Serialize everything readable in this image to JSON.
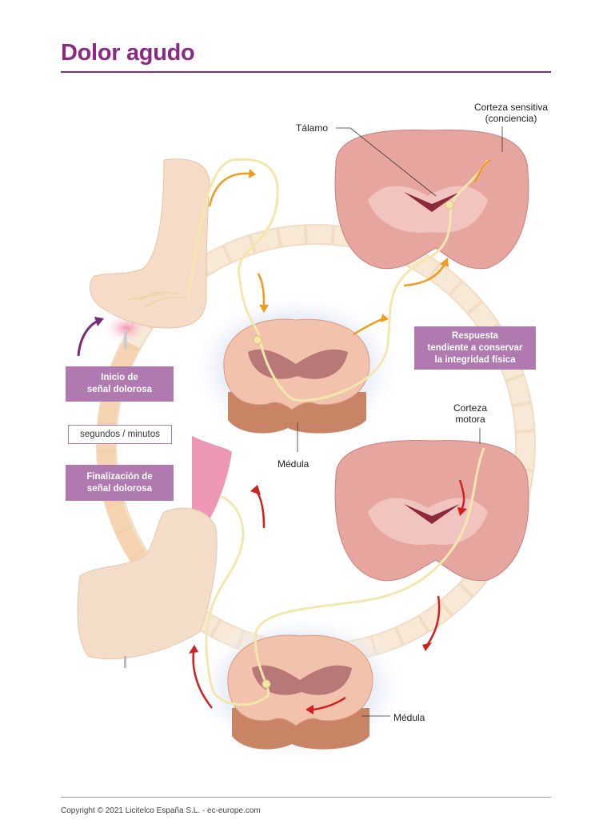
{
  "title": "Dolor agudo",
  "labels": {
    "corteza_sensitiva_1": "Corteza sensitiva",
    "corteza_sensitiva_2": "(conciencia)",
    "talamo": "Tálamo",
    "medula_top": "Médula",
    "corteza_motora_1": "Corteza",
    "corteza_motora_2": "motora",
    "medula_bottom": "Médula"
  },
  "boxes": {
    "inicio_1": "Inicio de",
    "inicio_2": "señal dolorosa",
    "tiempo": "segundos / minutos",
    "fin_1": "Finalización de",
    "fin_2": "señal dolorosa",
    "respuesta_1": "Respuesta",
    "respuesta_2": "tendiente a conservar",
    "respuesta_3": "la integridad física"
  },
  "footer": "Copyright © 2021 Licitelco España S.L. - ec-europe.com",
  "colors": {
    "title": "#8b2a82",
    "box": "#b07ab0",
    "arrow_orange": "#f39a1e",
    "arrow_red": "#d21f1f",
    "arrow_purple": "#7a2a7a",
    "nerve": "#f3e7ad"
  }
}
